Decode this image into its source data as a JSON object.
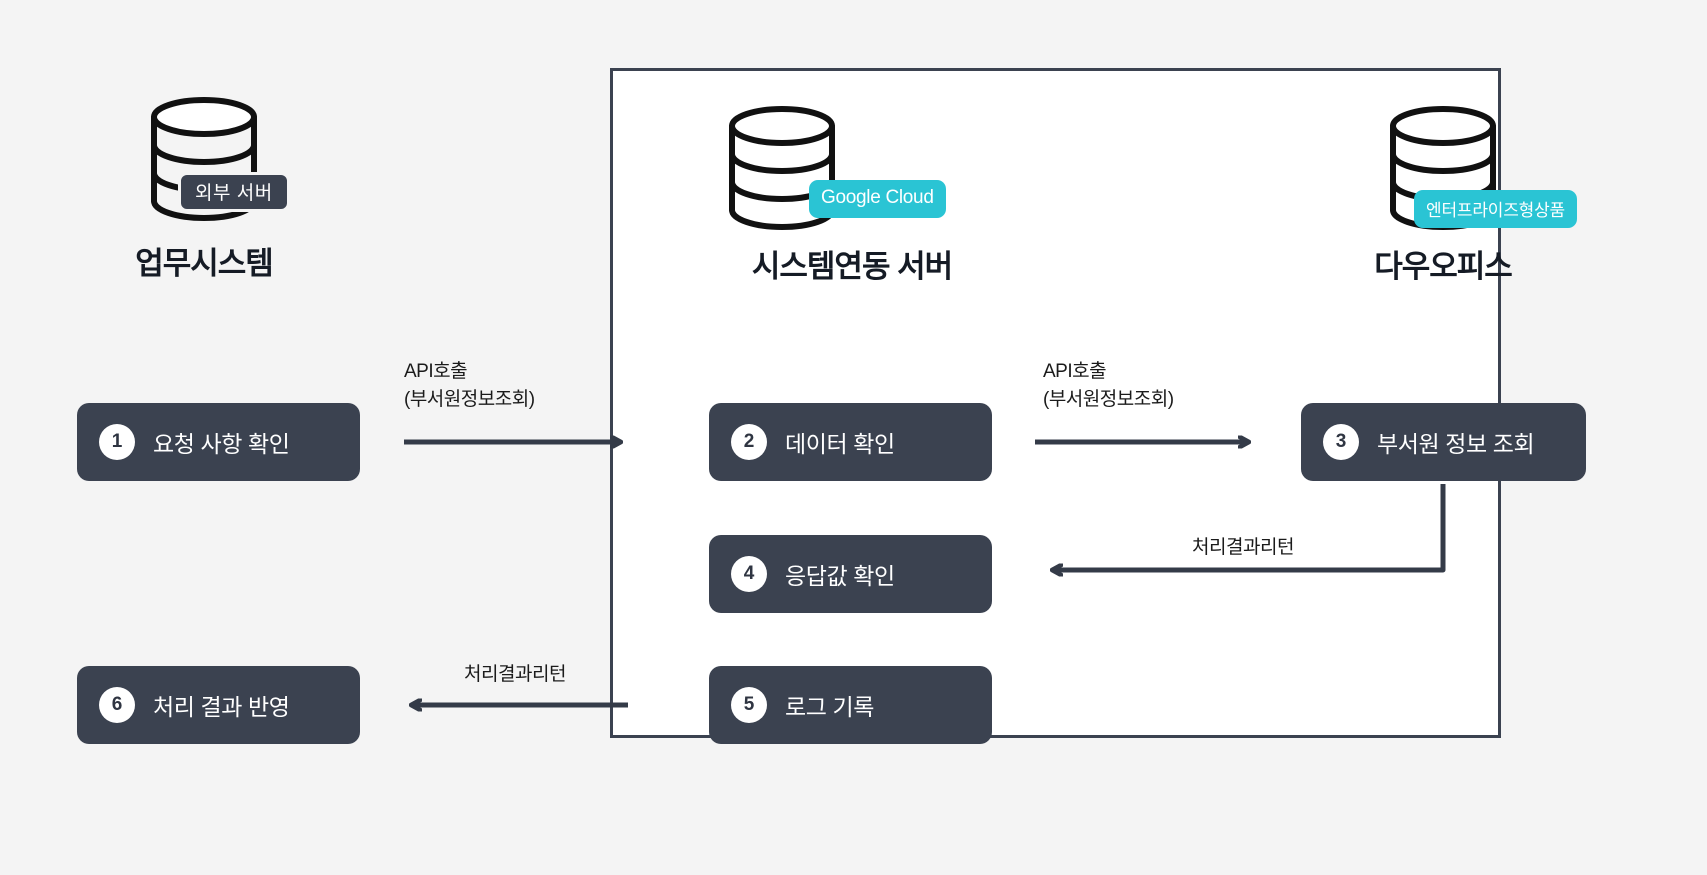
{
  "diagram": {
    "background_color": "#f4f4f4",
    "accent_cyan": "#2ac4d4",
    "accent_dark": "#3b4250"
  },
  "nodes": {
    "external": {
      "title": "업무시스템",
      "badge": "외부 서버",
      "icon": "database-cylinder-icon"
    },
    "integration": {
      "title": "시스템연동 서버",
      "badge": "Google Cloud",
      "icon": "database-cylinder-icon"
    },
    "daouoffice": {
      "title": "다우오피스",
      "badge": "엔터프라이즈형상품",
      "icon": "database-cylinder-icon"
    }
  },
  "steps": [
    {
      "num": "1",
      "label": "요청 사항 확인"
    },
    {
      "num": "2",
      "label": "데이터 확인"
    },
    {
      "num": "3",
      "label": "부서원 정보 조회"
    },
    {
      "num": "4",
      "label": "응답값 확인"
    },
    {
      "num": "5",
      "label": "로그 기록"
    },
    {
      "num": "6",
      "label": "처리 결과 반영"
    }
  ],
  "edges": [
    {
      "id": "e1",
      "line1": "API호출",
      "line2": "(부서원정보조회)"
    },
    {
      "id": "e2",
      "line1": "API호출",
      "line2": "(부서원정보조회)"
    },
    {
      "id": "e3",
      "line1": "처리결과리턴",
      "line2": ""
    },
    {
      "id": "e4",
      "line1": "처리결과리턴",
      "line2": ""
    }
  ]
}
